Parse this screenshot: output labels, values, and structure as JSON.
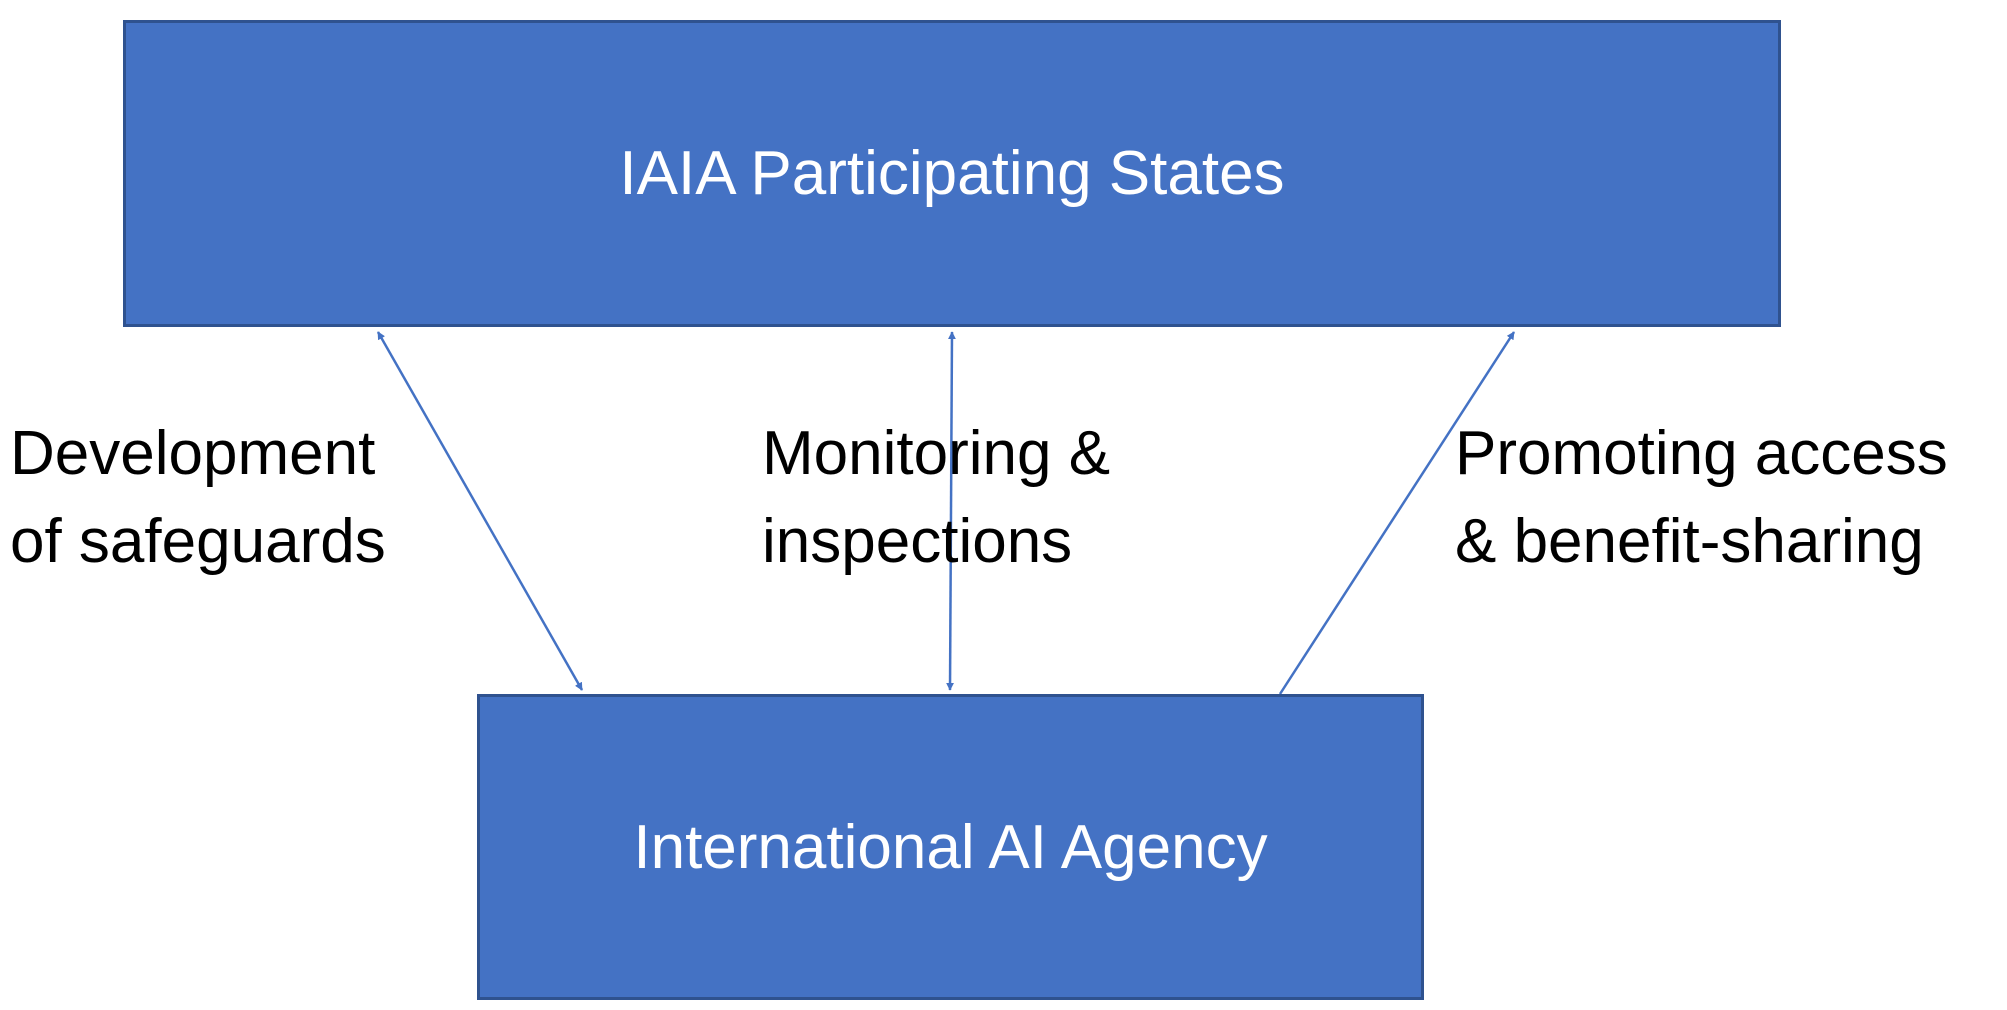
{
  "colors": {
    "box_fill": "#4472C4",
    "box_border": "#2F528F",
    "arrow": "#4472C4",
    "box_text": "#FFFFFF",
    "label_text": "#000000"
  },
  "nodes": {
    "top": {
      "label": "IAIA Participating States"
    },
    "bottom": {
      "label": "International AI Agency"
    }
  },
  "edges": [
    {
      "from": "bottom",
      "to": "top",
      "direction": "bidirectional",
      "label_line1": "Development",
      "label_line2": "of safeguards"
    },
    {
      "from": "bottom",
      "to": "top",
      "direction": "bidirectional",
      "label_line1": "Monitoring &",
      "label_line2": "inspections"
    },
    {
      "from": "bottom",
      "to": "top",
      "direction": "to-top",
      "label_line1": "Promoting access",
      "label_line2": "& benefit-sharing"
    }
  ]
}
